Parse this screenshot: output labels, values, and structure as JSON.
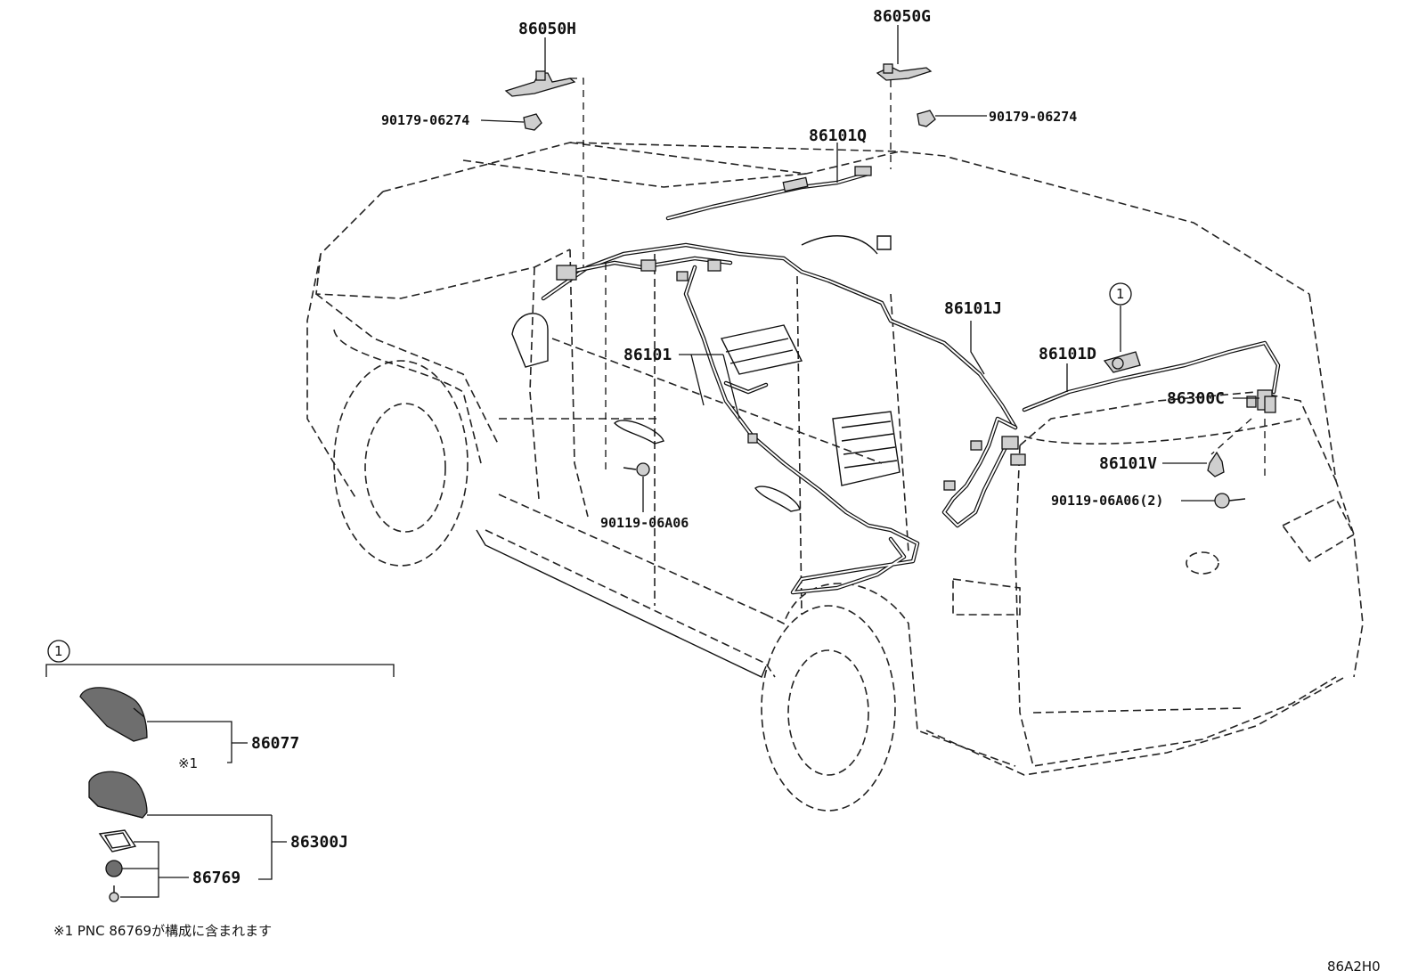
{
  "diagram_code": "86A2H0",
  "callout_ref": "1",
  "note": "※1 PNC 86769が構成に含まれます",
  "note_marker": "※1",
  "labels": {
    "p86050H": "86050H",
    "p86050G": "86050G",
    "clip_left": "90179-06274",
    "clip_right": "90179-06274",
    "p86101Q": "86101Q",
    "p86101J": "86101J",
    "p86101": "86101",
    "p86101D": "86101D",
    "p86300C": "86300C",
    "p86101V": "86101V",
    "bolt_right": "90119-06A06(2)",
    "bolt_left": "90119-06A06",
    "p86077": "86077",
    "p86300J": "86300J",
    "p86769": "86769"
  }
}
